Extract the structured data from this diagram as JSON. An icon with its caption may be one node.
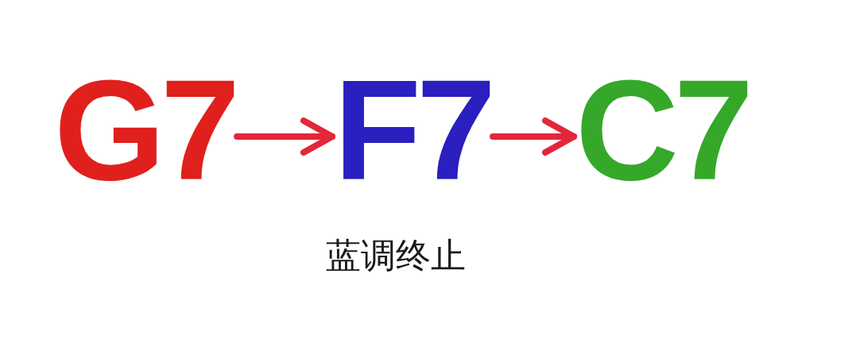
{
  "diagram": {
    "caption": "蓝调终止",
    "nodes": [
      {
        "text": [
          "G7"
        ]
      },
      {
        "text": [
          "F7"
        ]
      },
      {
        "text": [
          "C7"
        ]
      }
    ],
    "edges": [
      {
        "from": 0,
        "to": 1,
        "arrow": "to"
      },
      {
        "from": 1,
        "to": 2,
        "arrow": "to"
      }
    ]
  }
}
